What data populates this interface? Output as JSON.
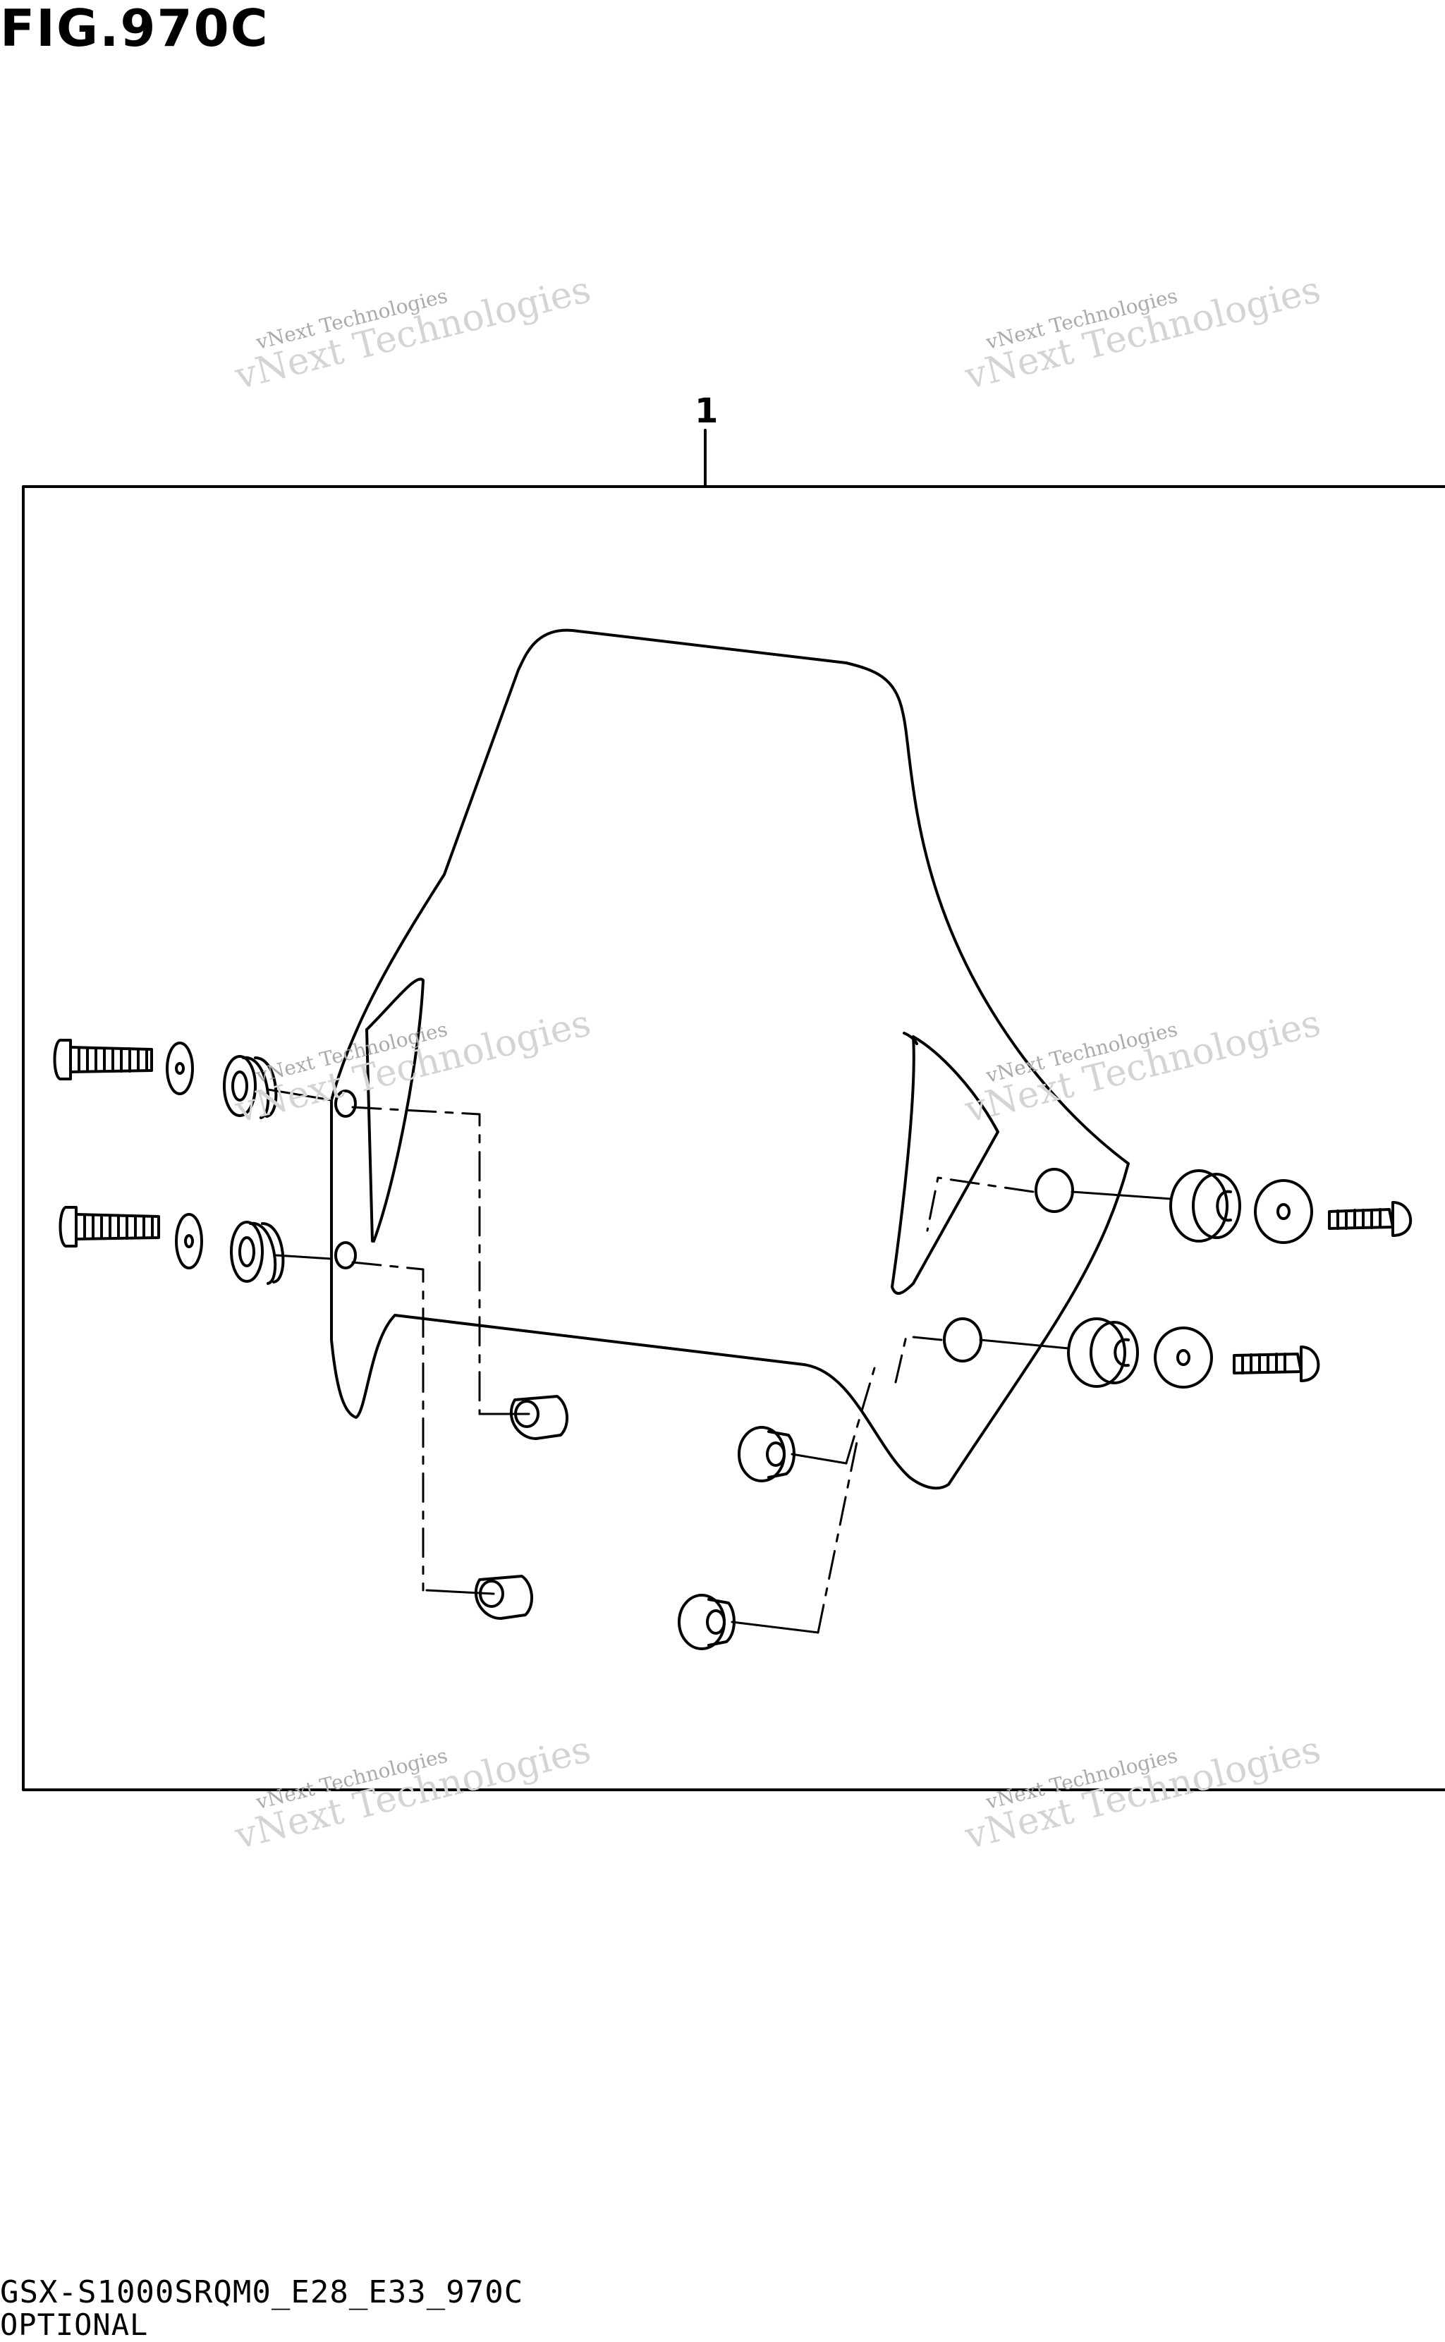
{
  "header": {
    "title": "FIG.970C"
  },
  "callouts": {
    "part_1": "1"
  },
  "watermark": {
    "line_small": "vNext Technologies",
    "line_big": "vNext Technologies"
  },
  "footer": {
    "model_code": "GSX-S1000SRQM0_E28_E33_970C",
    "note": "OPTIONAL"
  }
}
